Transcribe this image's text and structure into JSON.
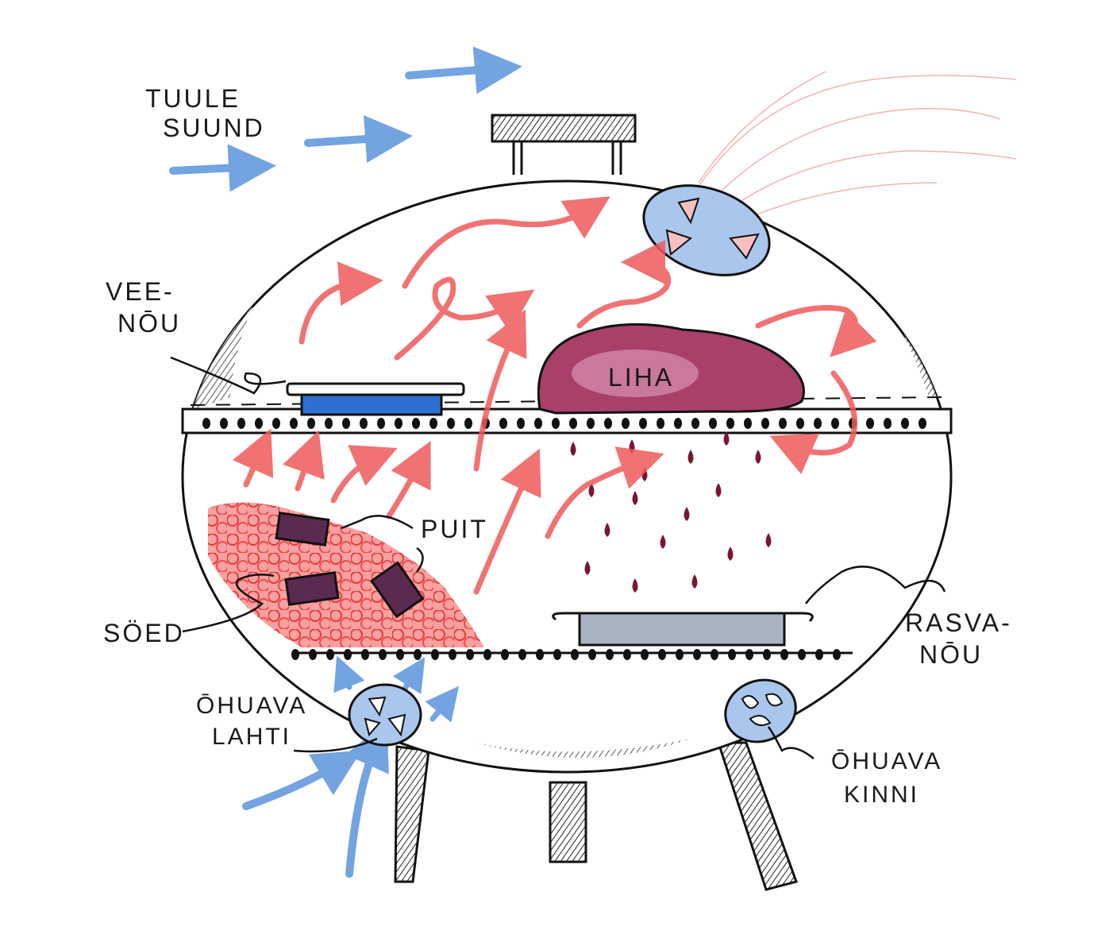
{
  "title": "Grill airflow diagram",
  "labels": {
    "wind_line1": "TUULE",
    "wind_line2": "SUUND",
    "water_line1": "VEE-",
    "water_line2": "NŌU",
    "meat": "LIHA",
    "wood": "PUIT",
    "coals": "SÖED",
    "grease_line1": "RASVA-",
    "grease_line2": "NŌU",
    "vent_open_line1": "ŌHUAVA",
    "vent_open_line2": "LAHTI",
    "vent_closed_line1": "ŌHUAVA",
    "vent_closed_line2": "KINNI"
  },
  "colors": {
    "wind": "#5b93dc",
    "heat": "#ef5a5a",
    "coals": "#f47070",
    "meat": "#a8406a",
    "water": "#2f6fd0",
    "grease_pan": "#aab4c0",
    "vent": "#a9c6ec",
    "drip": "#7a1630",
    "ink": "#1a1a1a"
  }
}
